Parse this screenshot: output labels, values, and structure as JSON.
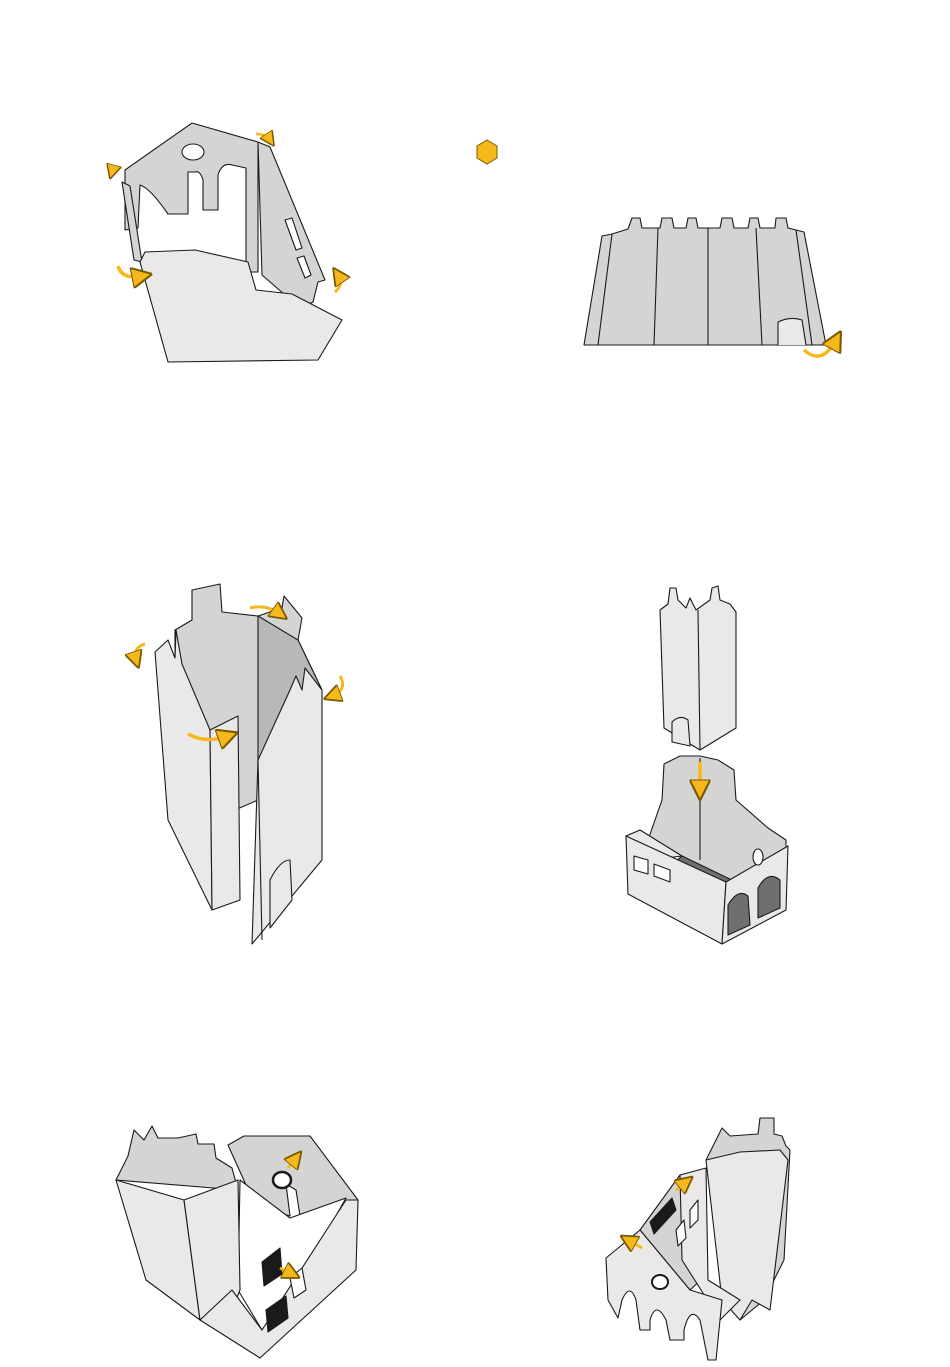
{
  "colors": {
    "paper_light": "#ebe9e8",
    "paper_mid": "#d4d5d3",
    "paper_dark": "#b8b9b7",
    "interior_dark": "#6e7070",
    "outline": "#1a1a1a",
    "arrow_fill": "#f6b81a",
    "arrow_stroke": "#7a5a00",
    "background": "#ffffff"
  },
  "steps": [
    {
      "name": "step-1-fold-church-body",
      "icon": "fold-arrow-icon"
    },
    {
      "name": "step-2-crease-tower-sheet",
      "icon": "fold-arrow-icon"
    },
    {
      "name": "step-3-form-tower",
      "icon": "fold-arrow-icon"
    },
    {
      "name": "step-4-insert-tower",
      "icon": "down-arrow-icon"
    },
    {
      "name": "step-5-attach-windows",
      "icon": "push-arrow-icon"
    },
    {
      "name": "step-6-finished-church",
      "icon": "push-arrow-icon"
    }
  ],
  "marker": {
    "icon": "hexagon-marker-icon"
  }
}
